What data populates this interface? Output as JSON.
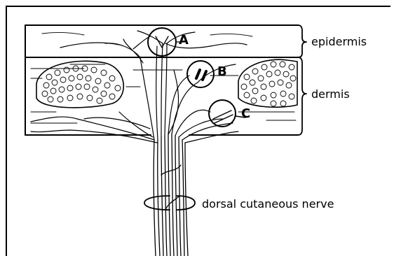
{
  "labels": {
    "a": "A",
    "b": "B",
    "c": "C",
    "epidermis": "epidermis",
    "dermis": "dermis",
    "nerve": "dorsal cutaneous nerve"
  },
  "colors": {
    "ink": "#000000",
    "paper": "#ffffff"
  }
}
